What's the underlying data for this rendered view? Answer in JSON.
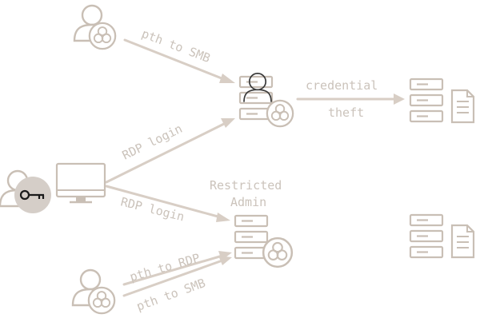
{
  "colors": {
    "line": "#d8cec5",
    "icon": "#c9bfb5",
    "label": "#cbc3bb",
    "key_badge": "#d5cec8",
    "key": "#1a1a1a"
  },
  "labels": {
    "pth_smb_top": "pth to SMB",
    "rdp_login_top": "RDP login",
    "rdp_login_bottom": "RDP login",
    "credential": "credential",
    "theft": "theft",
    "restricted": "Restricted",
    "admin": "Admin",
    "pth_rdp_bottom": "pth to RDP",
    "pth_smb_bottom": "pth to SMB"
  },
  "icons": {
    "attacker_top": "biohazard-user-icon",
    "admin_user": "key-user-icon",
    "workstation": "monitor-icon",
    "server_top": "compromised-server-icon",
    "server_restricted": "biohazard-server-icon",
    "target_top": "server-document-icon",
    "target_bottom": "server-document-icon",
    "attacker_bottom": "biohazard-user-icon"
  }
}
